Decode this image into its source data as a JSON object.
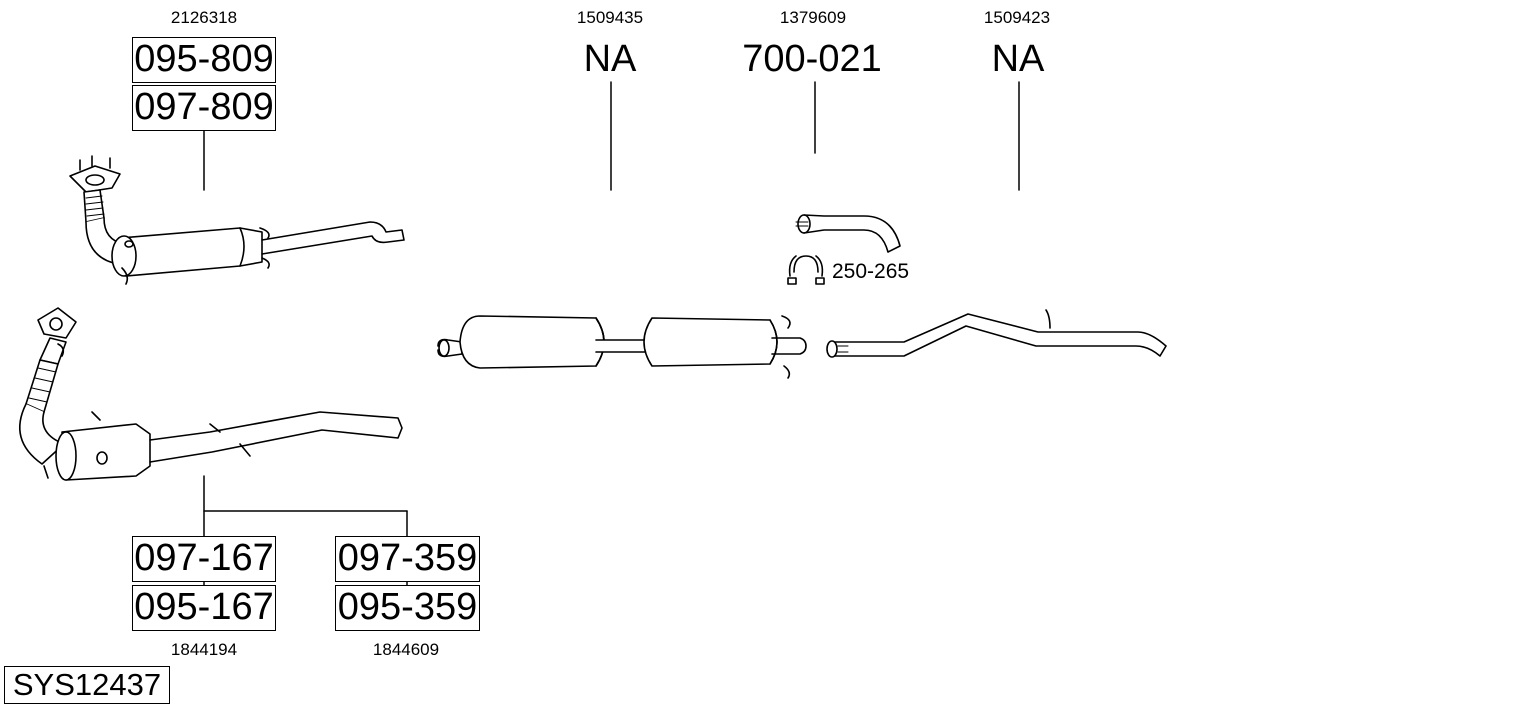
{
  "top_refs": {
    "ref_front_assembly": "2126318",
    "ref_center": "1509435",
    "ref_tail_pipe": "1379609",
    "ref_rear": "1509423"
  },
  "top_codes": {
    "front_primary": "095-809",
    "front_secondary": "097-809",
    "center": "NA",
    "tail_pipe": "700-021",
    "rear": "NA"
  },
  "clamp_label": "250-265",
  "bottom_codes": {
    "left_primary": "097-167",
    "left_secondary": "095-167",
    "left_ref": "1844194",
    "right_primary": "097-359",
    "right_secondary": "095-359",
    "right_ref": "1844609"
  },
  "system_id": "SYS12437"
}
